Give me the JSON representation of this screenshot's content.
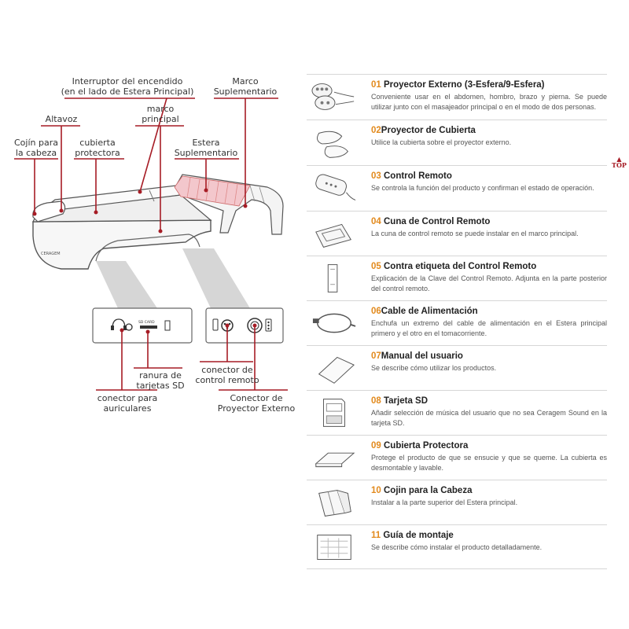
{
  "diagram": {
    "labels": {
      "interruptor_1": "Interruptor del encendido",
      "interruptor_2": "(en el lado de Estera Principal)",
      "marco_supl_1": "Marco",
      "marco_supl_2": "Suplementario",
      "altavoz": "Altavoz",
      "marco_princ_1": "marco",
      "marco_princ_2": "principal",
      "cojin_1": "Cojín para",
      "cojin_2": "la cabeza",
      "cubierta_1": "cubierta",
      "cubierta_2": "protectora",
      "estera_supl_1": "Estera",
      "estera_supl_2": "Suplementario",
      "sd_card": "SD CARD",
      "ranura_1": "ranura de",
      "ranura_2": "tarjetas SD",
      "conector_aur_1": "conector para",
      "conector_aur_2": "auriculares",
      "conector_ctrl_1": "conector de",
      "conector_ctrl_2": "control remoto",
      "conector_proy_1": "Conector de",
      "conector_proy_2": "Proyector Externo",
      "brand": "CERAGEM"
    },
    "accent_color": "#a61c25"
  },
  "top_link": "TOP",
  "parts": [
    {
      "num": "01",
      "title": " Proyector Externo (3-Esfera/9-Esfera)",
      "desc": "Conveniente usar en el abdomen, hombro, brazo y pierna. Se puede utilizar junto con el masajeador principal o en el modo de dos personas.",
      "icon": "projector-icon"
    },
    {
      "num": "02",
      "title": "Proyector de Cubierta",
      "desc": "Utilice la cubierta sobre el proyector externo.",
      "icon": "projector-cover-icon"
    },
    {
      "num": "03",
      "title": " Control Remoto",
      "desc": "Se controla la función del producto y confirman el estado de operación.",
      "icon": "remote-control-icon"
    },
    {
      "num": "04",
      "title": " Cuna de Control Remoto",
      "desc": "La cuna de control remoto se puede instalar en el marco principal.",
      "icon": "remote-cradle-icon"
    },
    {
      "num": "05",
      "title": " Contra etiqueta del Control Remoto",
      "desc": "Explicación de la Clave del Control Remoto. Adjunta en la parte posterior del control remoto.",
      "icon": "label-icon"
    },
    {
      "num": "06",
      "title": "Cable de Alimentación",
      "desc": "Enchufa un extremo del cable de alimentación en el Estera principal primero y el otro en el tomacorriente.",
      "icon": "power-cable-icon"
    },
    {
      "num": "07",
      "title": "Manual del usuario",
      "desc": "Se describe cómo utilizar los productos.",
      "icon": "manual-icon"
    },
    {
      "num": "08",
      "title": " Tarjeta SD",
      "desc": "Añadir selección de música del usuario que no sea Ceragem Sound en la tarjeta SD.",
      "icon": "sd-card-icon"
    },
    {
      "num": "09",
      "title": " Cubierta Protectora",
      "desc": "Protege el producto de que se ensucie y que se queme. La cubierta es desmontable y lavable.",
      "icon": "protective-cover-icon"
    },
    {
      "num": "10",
      "title": " Cojin para la Cabeza",
      "desc": "Instalar a la parte superior del Estera principal.",
      "icon": "head-cushion-icon"
    },
    {
      "num": "11",
      "title": " Guía de montaje",
      "desc": "Se describe cómo instalar el producto detalladamente.",
      "icon": "assembly-guide-icon"
    }
  ]
}
